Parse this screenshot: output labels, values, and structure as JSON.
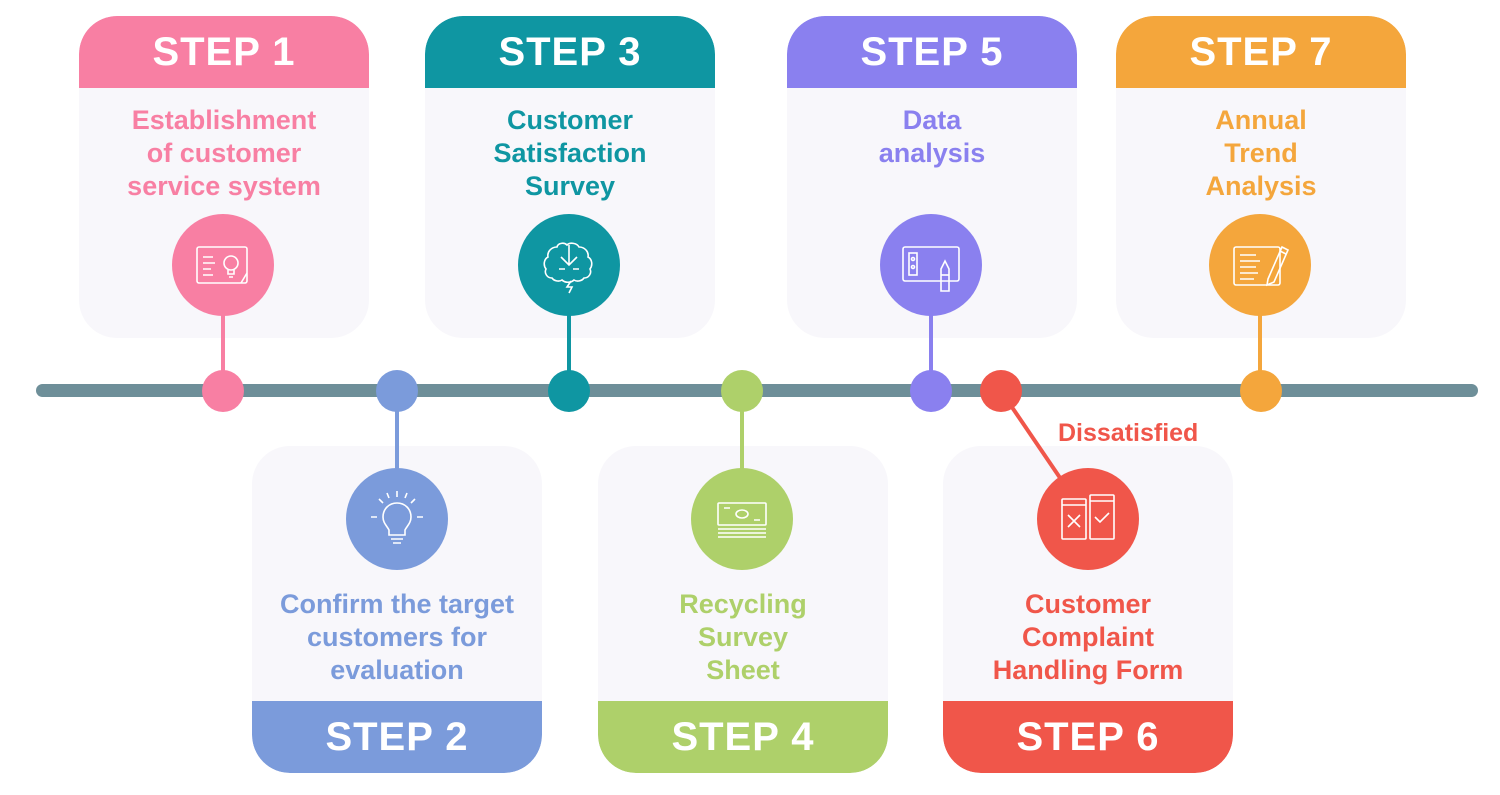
{
  "colors": {
    "step1": "#f87fa3",
    "step2": "#7b9bdb",
    "step3": "#0f96a2",
    "step4": "#aed06a",
    "step5": "#8a80ef",
    "step6": "#f0564a",
    "step7": "#f4a63c",
    "timeline": "#6e8f99"
  },
  "steps": [
    {
      "label": "STEP 1",
      "text": "Establishment\nof customer\nservice system",
      "icon": "idea-document-icon"
    },
    {
      "label": "STEP 2",
      "text": "Confirm the target\ncustomers for\nevaluation",
      "icon": "lightbulb-icon"
    },
    {
      "label": "STEP 3",
      "text": "Customer\nSatisfaction\nSurvey",
      "icon": "brain-icon"
    },
    {
      "label": "STEP 4",
      "text": "Recycling\nSurvey\nSheet",
      "icon": "money-stack-icon"
    },
    {
      "label": "STEP 5",
      "text": "Data\nanalysis",
      "icon": "tablet-pen-icon"
    },
    {
      "label": "STEP 6",
      "text": "Customer\nComplaint\nHandling Form",
      "icon": "reject-approve-icon"
    },
    {
      "label": "STEP 7",
      "text": "Annual\nTrend\nAnalysis",
      "icon": "report-pencil-icon"
    }
  ],
  "branch_label": "Dissatisfied"
}
